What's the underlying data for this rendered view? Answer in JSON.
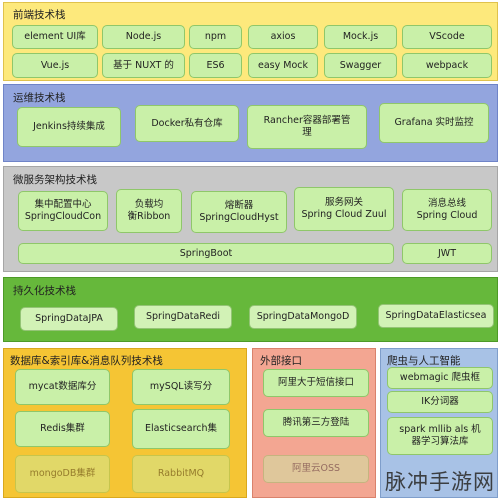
{
  "sections": {
    "frontend": {
      "title": "前端技术栈",
      "items": [
        "element UI库",
        "Node.js",
        "npm",
        "axios",
        "Mock.js",
        "VScode",
        "Vue.js",
        "基于 NUXT 的",
        "ES6",
        "easy Mock",
        "Swagger",
        "webpack"
      ]
    },
    "ops": {
      "title": "运维技术栈",
      "items": [
        "Jenkins持续集成",
        "Docker私有仓库",
        "Rancher容器部署管\n理",
        "Grafana 实时监控"
      ]
    },
    "microservices": {
      "title": "微服务架构技术栈",
      "items": [
        "集中配置中心\nSpringCloudCon",
        "负载均\n衡Ribbon",
        "熔断器\nSpringCloudHyst",
        "服务网关\nSpring Cloud Zuul",
        "消息总线\nSpring Cloud"
      ],
      "springboot": "SpringBoot",
      "jwt": "JWT"
    },
    "persistence": {
      "title": "持久化技术栈",
      "items": [
        "SpringDataJPA",
        "SpringDataRedi",
        "SpringDataMongoD",
        "SpringDataElasticsea"
      ]
    },
    "database": {
      "title": "数据库&索引库&消息队列技术栈",
      "items": [
        "mycat数据库分",
        "mySQL读写分",
        "Redis集群",
        "Elasticsearch集",
        "mongoDB集群",
        "RabbitMQ"
      ]
    },
    "external": {
      "title": "外部接口",
      "items": [
        "阿里大于短信接口",
        "腾讯第三方登陆",
        "阿里云OSS"
      ]
    },
    "crawler": {
      "title": "爬虫与人工智能",
      "items": [
        "webmagic 爬虫框",
        "IK分词器",
        "spark mllib als 机\n器学习算法库"
      ]
    }
  },
  "watermark": "脉冲手游网",
  "colors": {
    "frontend_bg": "#fde97c",
    "ops_bg": "#93a5de",
    "micro_bg": "#c8c8c8",
    "persist_bg": "#66b83b",
    "db_bg": "#f5c534",
    "external_bg": "#f3a692",
    "crawler_bg": "#a8c2e6"
  }
}
